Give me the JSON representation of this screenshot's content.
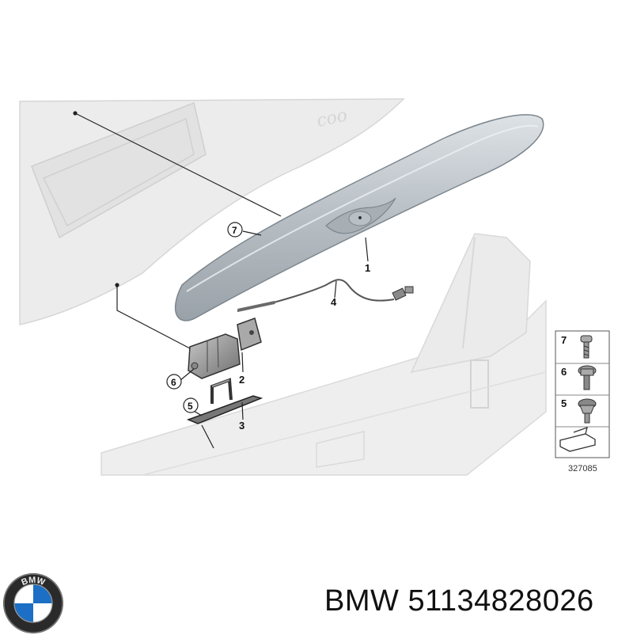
{
  "diagram": {
    "callouts": [
      {
        "id": "c1",
        "label": "1",
        "circled": false
      },
      {
        "id": "c2",
        "label": "2",
        "circled": false
      },
      {
        "id": "c3",
        "label": "3",
        "circled": false
      },
      {
        "id": "c4",
        "label": "4",
        "circled": false
      },
      {
        "id": "c5",
        "label": "5",
        "circled": true
      },
      {
        "id": "c6",
        "label": "6",
        "circled": true
      },
      {
        "id": "c7",
        "label": "7",
        "circled": true
      }
    ],
    "fastener_legend": [
      {
        "label": "7",
        "part": "screw-bolt"
      },
      {
        "label": "6",
        "part": "hex-bolt"
      },
      {
        "label": "5",
        "part": "collar-bolt"
      }
    ],
    "reference_number": "327085",
    "emblem_text": "coo",
    "colors": {
      "part_gray": "#b9c0c6",
      "ghost_gray": "#e8e8e8",
      "line": "#222222"
    }
  },
  "caption": {
    "brand": "BMW",
    "part_number": "51134828026"
  },
  "logo": {
    "icon": "bmw-roundel-icon",
    "text": "BMW"
  }
}
